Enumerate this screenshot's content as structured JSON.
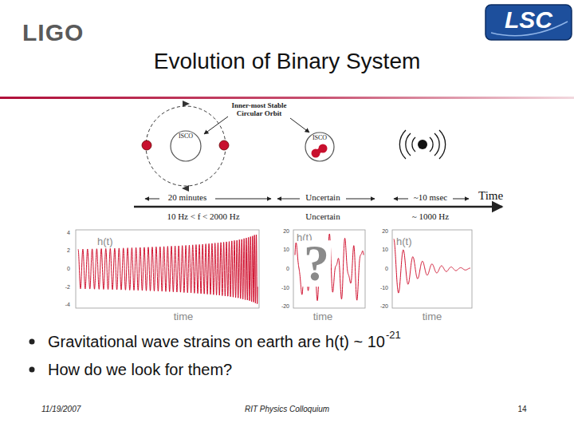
{
  "diagram": {
    "title": "Evolution of Binary System",
    "nodes": [
      {
        "text": [
          "LSC"
        ]
      },
      {
        "text": [
          "ISCO"
        ]
      },
      {
        "text": [
          "ISCO"
        ]
      }
    ],
    "labels": [
      "LIGO",
      "Inner-most Stable Circular Orbit",
      "20 minutes",
      "Uncertain",
      "~10 msec",
      "Time",
      "10 Hz < f < 2000 Hz",
      "Uncertain",
      "~ 1000 Hz",
      "h(t)",
      "4",
      "2",
      "0",
      "-2",
      "-4",
      "time",
      "h(t)",
      "20",
      "10",
      "0",
      "-10",
      "-20",
      "?",
      "time",
      "h(t)",
      "20",
      "10",
      "0",
      "-10",
      "-20",
      "time",
      "Gravitational wave strains on earth are h(t) ~ 10",
      "-21",
      "How do we look for them?",
      "11/19/2007",
      "RIT Physics Colloquium",
      "14"
    ]
  }
}
